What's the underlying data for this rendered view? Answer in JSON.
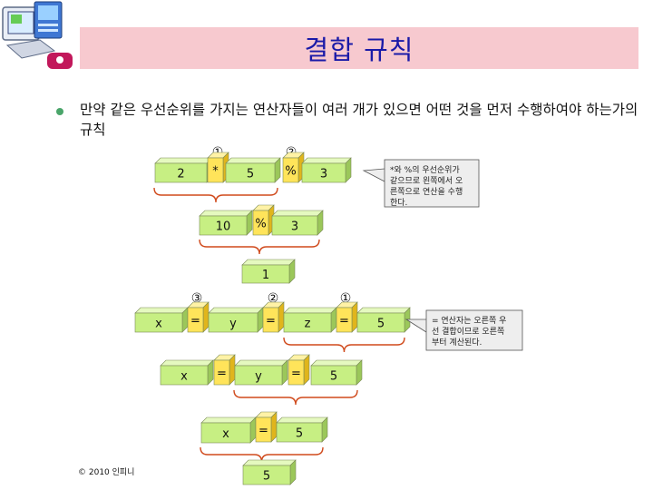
{
  "slide": {
    "title": "결합 규칙",
    "bullet": "만약 같은 우선순위를 가지는 연산자들이 여러 개가 있으면 어떤 것을 먼저 수행하여야 하는가의 규칙",
    "footer": "© 2010 인피니"
  },
  "example1": {
    "step_markers": [
      "①",
      "②"
    ],
    "row1": [
      "2",
      "*",
      "5",
      "%",
      "3"
    ],
    "row2": [
      "10",
      "%",
      "3"
    ],
    "row3": [
      "1"
    ],
    "note": [
      "*와 %의 우선순위가",
      "같으므로 왼쪽에서 오",
      "른쪽으로 연산을 수행",
      "한다."
    ]
  },
  "example2": {
    "step_markers": [
      "③",
      "②",
      "①"
    ],
    "row1": [
      "x",
      "=",
      "y",
      "=",
      "z",
      "=",
      "5"
    ],
    "row2": [
      "x",
      "=",
      "y",
      "=",
      "5"
    ],
    "row3": [
      "x",
      "=",
      "5"
    ],
    "row4": [
      "5"
    ],
    "note": [
      "= 연산자는 오른쪽 우",
      "선 결합이므로 오른쪽",
      "부터 계산된다."
    ]
  },
  "colors": {
    "title_band": "#f7c9cf",
    "title_text": "#1a1aa8",
    "operand_face": "#c7ef83",
    "operand_top": "#e5f9bf",
    "operand_side": "#9bc75a",
    "operator_face": "#ffe45a",
    "operator_top": "#fff2a6",
    "operator_side": "#e0b51c",
    "brace": "#d04a1c",
    "bullet": "#4aa56a"
  }
}
